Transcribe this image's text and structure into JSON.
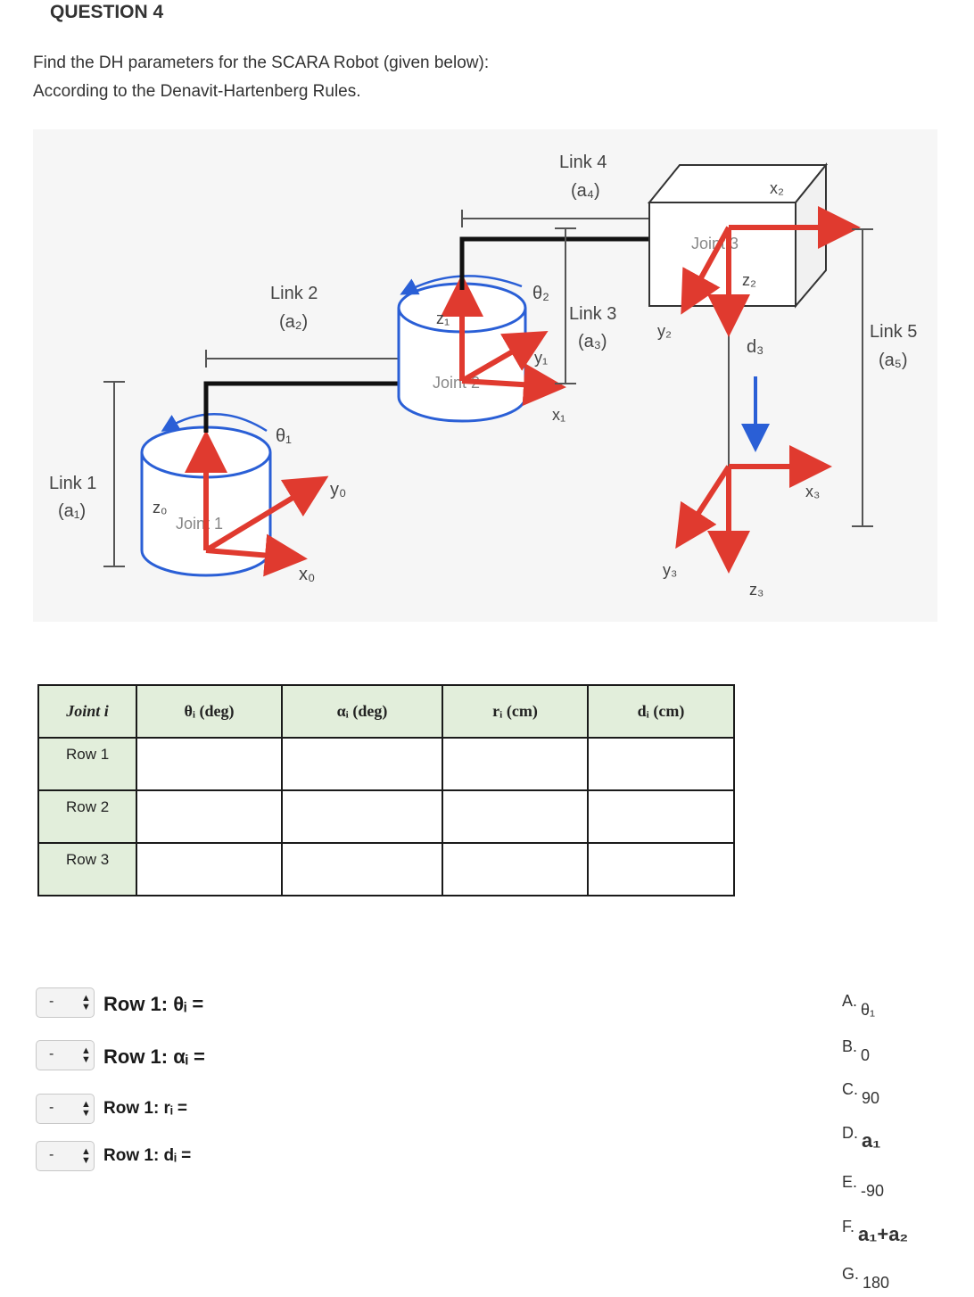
{
  "header": {
    "question_title": "QUESTION 4",
    "instruction_line1": "Find the DH parameters for the SCARA Robot (given below):",
    "instruction_line2": "According to the Denavit-Hartenberg Rules."
  },
  "figure": {
    "link1": "Link 1",
    "a1": "(a₁)",
    "link2": "Link 2",
    "a2": "(a₂)",
    "link3": "Link 3",
    "a3": "(a₃)",
    "link4": "Link 4",
    "a4": "(a₄)",
    "link5": "Link 5",
    "a5": "(a₅)",
    "joint1": "Joint 1",
    "joint2": "Joint 2",
    "joint3": "Joint 3",
    "theta1": "θ₁",
    "theta2": "θ₂",
    "d3": "d₃",
    "z0": "z₀",
    "y0": "y₀",
    "x0": "x₀",
    "z1": "z₁",
    "y1": "y₁",
    "x1": "x₁",
    "z2": "z₂",
    "y2": "y₂",
    "x2": "x₂",
    "z3": "z₃",
    "y3": "y₃",
    "x3": "x₃",
    "colors": {
      "axis_red": "#e03a2f",
      "arrow_blue": "#2a5fd6",
      "link_black": "#111111"
    }
  },
  "table": {
    "headers": [
      "Joint i",
      "θᵢ (deg)",
      "αᵢ (deg)",
      "rᵢ (cm)",
      "dᵢ (cm)"
    ],
    "rows": [
      "Row 1",
      "Row 2",
      "Row 3"
    ],
    "header_bg": "#e2eedb"
  },
  "questions": [
    {
      "selected": "-",
      "label": "Row 1: θᵢ  ="
    },
    {
      "selected": "-",
      "label": "Row 1:  αᵢ  ="
    },
    {
      "selected": "-",
      "label": "Row 1:  rᵢ ="
    },
    {
      "selected": "-",
      "label": "Row 1:  dᵢ ="
    }
  ],
  "options": [
    {
      "letter": "A.",
      "value": "θ₁"
    },
    {
      "letter": "B.",
      "value": "0"
    },
    {
      "letter": "C.",
      "value": "90"
    },
    {
      "letter": "D.",
      "value": "a₁"
    },
    {
      "letter": "E.",
      "value": "-90"
    },
    {
      "letter": "F.",
      "value": "a₁+a₂"
    },
    {
      "letter": "G.",
      "value": "180"
    }
  ]
}
